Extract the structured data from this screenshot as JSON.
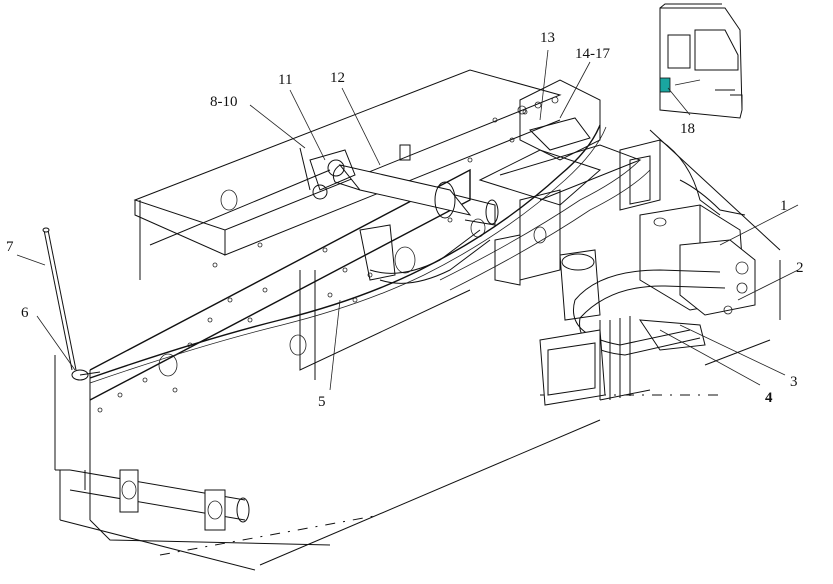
{
  "labels": {
    "l1": "1",
    "l2": "2",
    "l3": "3",
    "l4": "4",
    "l5": "5",
    "l6": "6",
    "l7": "7",
    "l8_10": "8-10",
    "l11": "11",
    "l12": "12",
    "l13": "13",
    "l14_17": "14-17",
    "l18": "18"
  },
  "colors": {
    "line": "#111111",
    "highlight": "#1aa6a0",
    "background": "#ffffff"
  }
}
